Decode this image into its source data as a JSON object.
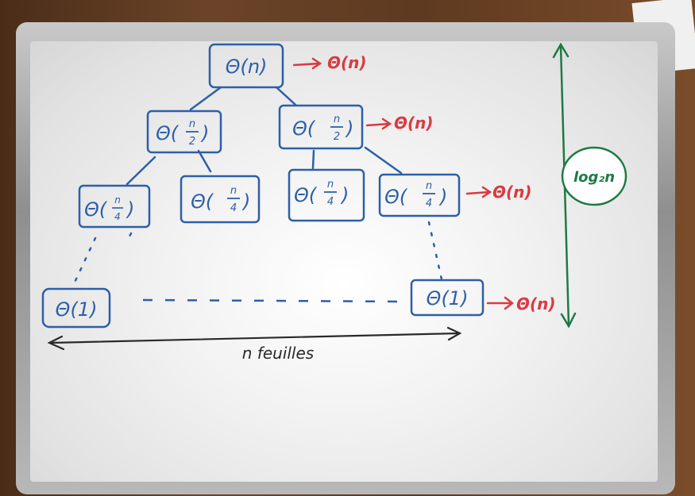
{
  "nodes": {
    "root": "Θ(n)",
    "level1_left": "Θ(n/2)",
    "level1_right": "Θ(n/2)",
    "level2_a": "Θ(n/4)",
    "level2_b": "Θ(n/4)",
    "level2_c": "Θ(n/4)",
    "level2_d": "Θ(n/4)",
    "leaf_left": "Θ(1)",
    "leaf_right": "Θ(1)"
  },
  "fractions": {
    "half_num": "n",
    "half_den": "2",
    "quarter_num": "n",
    "quarter_den": "4"
  },
  "level_costs": {
    "level0": "Θ(n)",
    "level1": "Θ(n)",
    "level2": "Θ(n)",
    "leaves": "Θ(n)"
  },
  "height_label": "log₂n",
  "width_label": "n feuilles",
  "colors": {
    "node": "#2d5fa8",
    "cost": "#d93a40",
    "height": "#1d7a45",
    "width": "#2a2a2a"
  }
}
